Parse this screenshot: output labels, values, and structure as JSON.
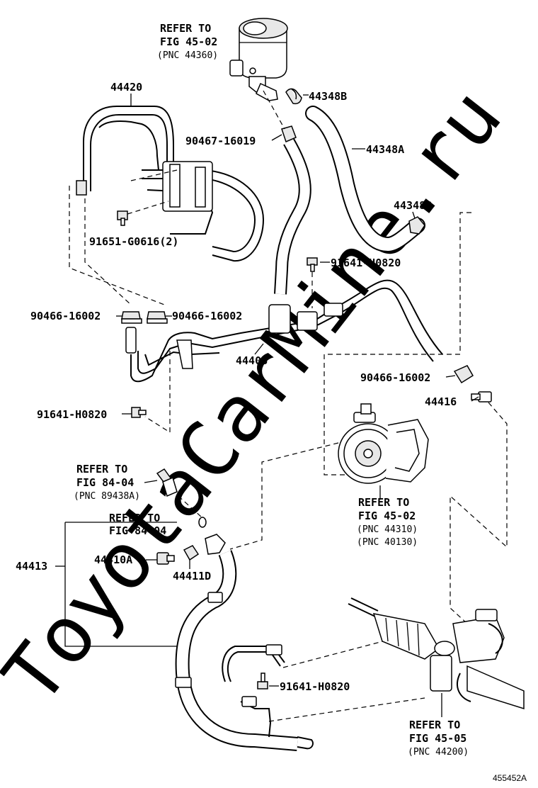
{
  "watermark": "ToyotaCarMine.ru",
  "figure_id": "455452A",
  "labels": {
    "res_refer_line1": "REFER TO",
    "res_refer_line2": "FIG 45-02",
    "res_refer_pnc": "(PNC 44360)",
    "p44420": "44420",
    "p44348b_top": "44348B",
    "p90467": "90467-16019",
    "p44348a": "44348A",
    "p44348b_mid": "44348B",
    "p91651": "91651-G0616(2)",
    "p91641_a": "91641-H0820",
    "p90466_left": "90466-16002",
    "p90466_mid": "90466-16002",
    "p44406": "44406",
    "p90466_right": "90466-16002",
    "p44416": "44416",
    "p91641_b": "91641-H0820",
    "sw_refer_line1": "REFER TO",
    "sw_refer_line2": "FIG 84-04",
    "sw_refer_pnc": "(PNC 89438A)",
    "ring_refer_line1": "REFER TO",
    "ring_refer_line2": "FIG 84-04",
    "pump_refer_line1": "REFER TO",
    "pump_refer_line2": "FIG 45-02",
    "pump_refer_pnc1": "(PNC 44310)",
    "pump_refer_pnc2": "(PNC 40130)",
    "p44413": "44413",
    "p44410a": "44410A",
    "p44411d": "44411D",
    "p91641_c": "91641-H0820",
    "gear_refer_line1": "REFER TO",
    "gear_refer_line2": "FIG 45-05",
    "gear_refer_pnc": "(PNC 44200)"
  }
}
